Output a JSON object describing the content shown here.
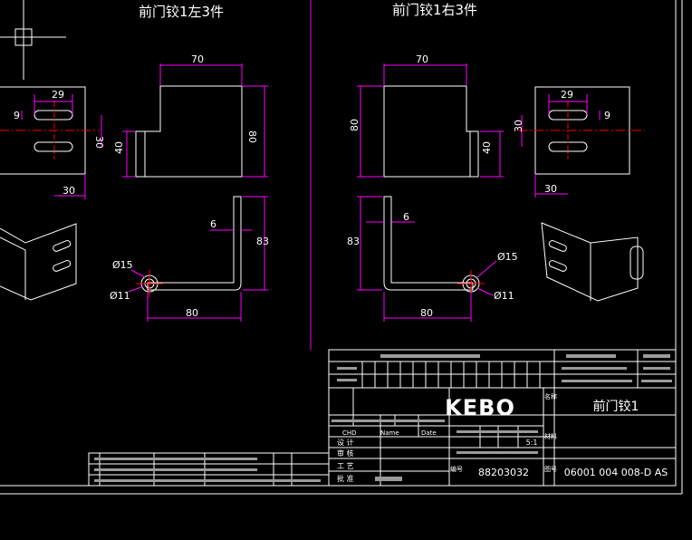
{
  "left_view": {
    "title": "前门铰1左3件",
    "dims": {
      "width_top": "70",
      "slot_span": "29",
      "slot_h": "9",
      "slot_gap": "30",
      "slot_off": "30",
      "h_small": "40",
      "h_big": "80",
      "flange": "6",
      "height_side": "83",
      "dia_outer": "Ø15",
      "dia_inner": "Ø11",
      "length": "80"
    }
  },
  "right_view": {
    "title": "前门铰1右3件",
    "dims": {
      "width_top": "70",
      "slot_span": "29",
      "slot_h": "9",
      "slot_gap": "30",
      "slot_off": "30",
      "h_small": "40",
      "h_big": "80",
      "flange": "6",
      "height_side": "83",
      "dia_outer": "Ø15",
      "dia_inner": "Ø11",
      "length": "80"
    }
  },
  "title_block": {
    "logo": "KEBO",
    "part_name": "前门铰1",
    "part_number": "88203032",
    "drawing_number": "06001 004 008-D AS",
    "scale": "5:1",
    "col_headers": [
      "CHD",
      "Name",
      "Date"
    ],
    "roles": [
      "设 计",
      "审 核",
      "工 艺",
      "批 准"
    ],
    "side_labels": [
      "名称",
      "材料",
      "图号",
      "编号"
    ]
  },
  "colors": {
    "line": "#ffffff",
    "dim": "#ff00ff",
    "center": "#ff0000",
    "cursor": "#ffffff"
  }
}
